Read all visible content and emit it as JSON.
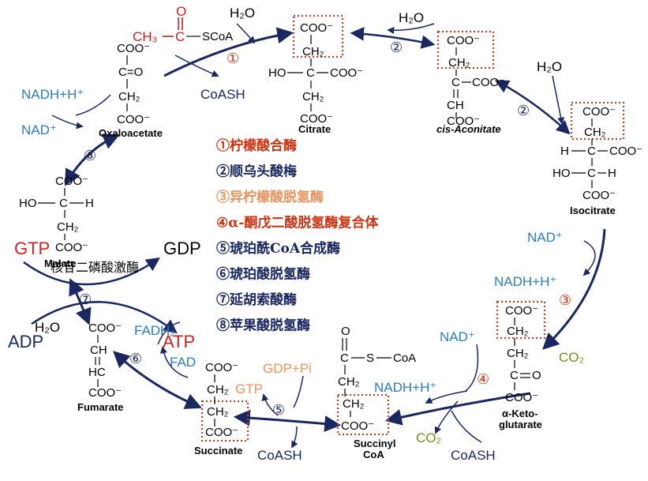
{
  "colors": {
    "dark_arrow": "#1a2760",
    "blue_label": "#2b7bc0",
    "red": "#cc2222",
    "orange": "#e8955e",
    "olive": "#7a8a1a",
    "box": "#b5452a"
  },
  "molecules": {
    "oxaloacetate": {
      "name": "Oxaloacetate",
      "lines": [
        "COO⁻",
        "C=O",
        "CH₂",
        "COO⁻"
      ]
    },
    "acetyl_coa": {
      "lines": [
        "O",
        "CH₃",
        "C",
        "SCoA"
      ]
    },
    "citrate": {
      "name": "Citrate",
      "lines": [
        "COO⁻",
        "CH₂",
        "HO",
        "C",
        "COO⁻",
        "CH₂",
        "COO⁻"
      ]
    },
    "cis_aconitate": {
      "name": "cis-Aconitate",
      "lines": [
        "COO⁻",
        "CH₂",
        "C",
        "COO⁻",
        "CH",
        "COO⁻"
      ]
    },
    "isocitrate": {
      "name": "Isocitrate",
      "lines": [
        "COO⁻",
        "CH₂",
        "H",
        "C",
        "COO⁻",
        "HO",
        "C",
        "H",
        "COO⁻"
      ]
    },
    "alpha_ketoglutarate": {
      "name_line1": "α-Keto-",
      "name_line2": "glutarate",
      "lines": [
        "COO⁻",
        "CH₂",
        "CH₂",
        "C",
        "O",
        "COO⁻"
      ]
    },
    "succinyl_coa": {
      "name_line1": "Succinyl",
      "name_line2": "CoA",
      "lines": [
        "O",
        "C",
        "S",
        "CoA",
        "CH₂",
        "CH₂",
        "COO⁻"
      ]
    },
    "succinate": {
      "name": "Succinate",
      "lines": [
        "COO⁻",
        "CH₂",
        "CH₂",
        "COO⁻"
      ]
    },
    "fumarate": {
      "name": "Fumarate",
      "lines": [
        "COO⁻",
        "CH",
        "HC",
        "COO⁻"
      ]
    },
    "malate": {
      "name": "Malate",
      "lines": [
        "COO⁻",
        "HO",
        "C",
        "H",
        "CH₂",
        "COO⁻"
      ]
    }
  },
  "cofactors": {
    "h2o_1": "H₂O",
    "h2o_2": "H₂O",
    "h2o_3": "H₂O",
    "h2o_4": "H₂O",
    "coash_1": "CoASH",
    "coash_2": "CoASH",
    "coash_3": "CoASH",
    "nad_1": "NAD⁺",
    "nadh_1": "NADH+H⁺",
    "nad_2": "NAD⁺",
    "nadh_2": "NADH+H⁺",
    "nad_3": "NAD⁺",
    "nadh_3": "NADH+H⁺",
    "co2_1": "CO₂",
    "co2_2": "CO₂",
    "gdp_pi": "GDP+Pi",
    "gtp_orange": "GTP",
    "fad": "FAD",
    "fadh2": "FADH₂",
    "gtp_red": "GTP",
    "gdp": "GDP",
    "adp": "ADP",
    "atp": "ATP",
    "kinase": "核苷二磷酸激酶"
  },
  "step_numbers": {
    "s1": "①",
    "s2a": "②",
    "s2b": "②",
    "s3": "③",
    "s4": "④",
    "s5": "⑤",
    "s6": "⑥",
    "s7": "⑦",
    "s8": "⑧"
  },
  "enzymes": [
    {
      "text": "①柠檬酸合酶",
      "color": "#cc3311"
    },
    {
      "text": "②顺乌头酸梅",
      "color": "#1a2760"
    },
    {
      "text": "③异柠檬酸脱氢酶",
      "color": "#e8955e"
    },
    {
      "text": "④α-酮戊二酸脱氢酶复合体",
      "color": "#cc3311"
    },
    {
      "text": "⑤琥珀酰CoA合成酶",
      "color": "#1a2760"
    },
    {
      "text": "⑥琥珀酸脱氢酶",
      "color": "#1a2760"
    },
    {
      "text": "⑦延胡索酸酶",
      "color": "#1a2760"
    },
    {
      "text": "⑧苹果酸脱氢酶",
      "color": "#1a2760"
    }
  ]
}
